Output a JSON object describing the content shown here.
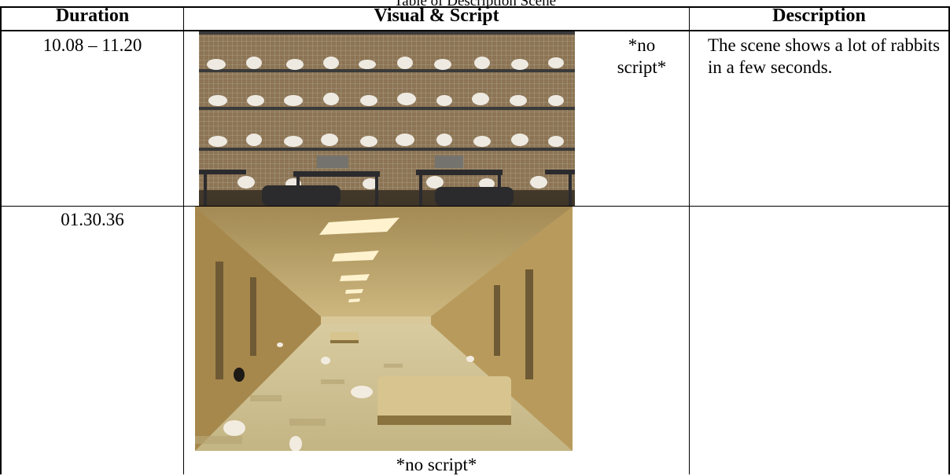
{
  "table": {
    "caption": "Table of Description Scene",
    "headers": {
      "duration": "Duration",
      "visual": "Visual & Script",
      "description": "Description"
    },
    "rows": [
      {
        "duration": "10.08 – 11.20",
        "script": "*no script*",
        "description": "The scene shows a lot of rabbits in a few seconds."
      },
      {
        "duration": "01.30.36",
        "script": "*no script*",
        "description": ""
      }
    ]
  }
}
